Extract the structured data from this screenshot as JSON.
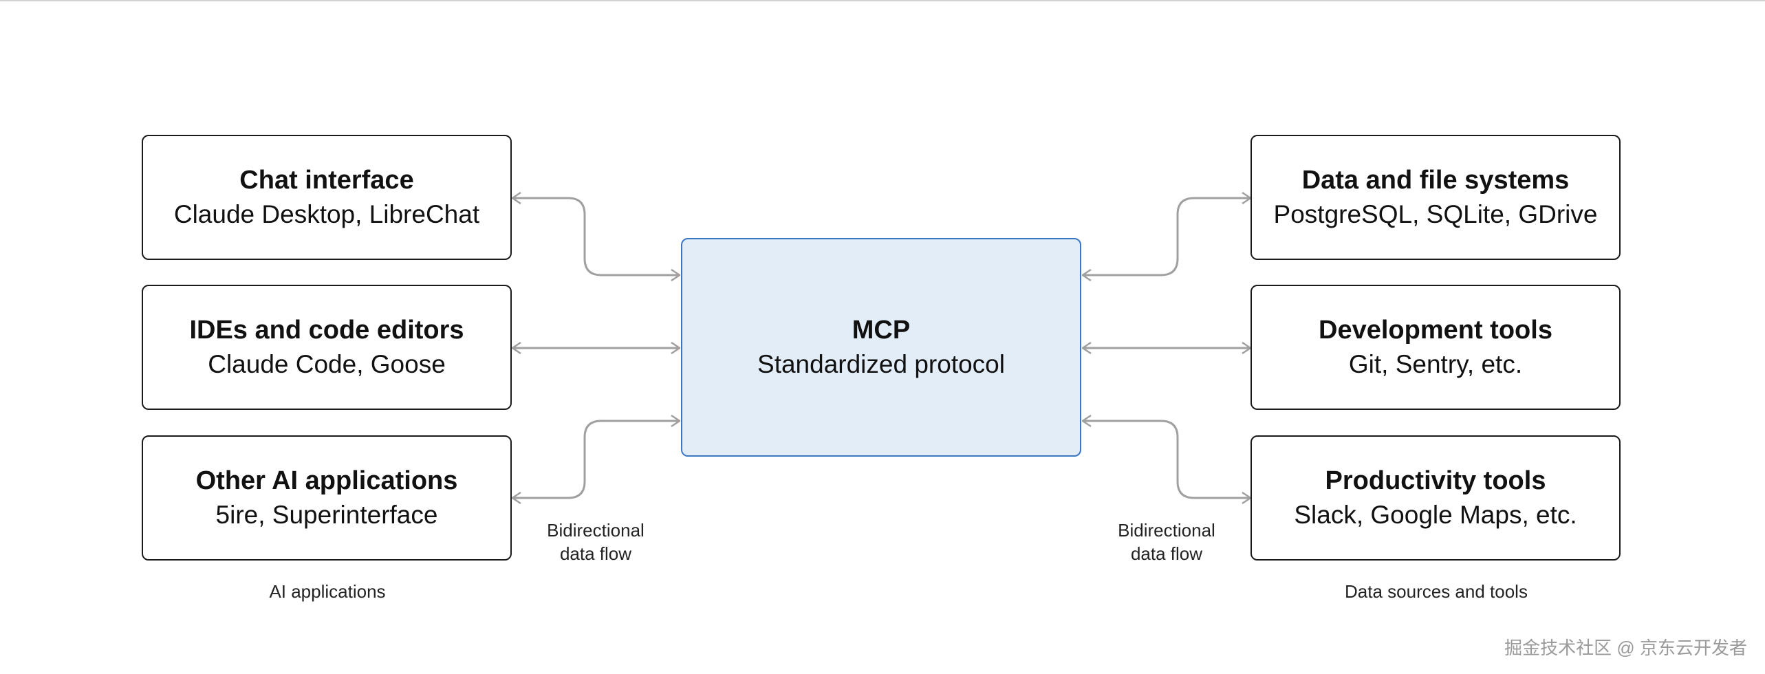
{
  "left_boxes": [
    {
      "title": "Chat interface",
      "subtitle": "Claude Desktop, LibreChat"
    },
    {
      "title": "IDEs and code editors",
      "subtitle": "Claude Code, Goose"
    },
    {
      "title": "Other AI applications",
      "subtitle": "5ire, Superinterface"
    }
  ],
  "center": {
    "title": "MCP",
    "subtitle": "Standardized protocol"
  },
  "right_boxes": [
    {
      "title": "Data and file systems",
      "subtitle": "PostgreSQL, SQLite, GDrive"
    },
    {
      "title": "Development tools",
      "subtitle": "Git, Sentry, etc."
    },
    {
      "title": "Productivity tools",
      "subtitle": "Slack, Google Maps, etc."
    }
  ],
  "flow_labels": {
    "left": {
      "line1": "Bidirectional",
      "line2": "data flow"
    },
    "right": {
      "line1": "Bidirectional",
      "line2": "data flow"
    }
  },
  "group_labels": {
    "left": "AI applications",
    "right": "Data sources and tools"
  },
  "watermark": "掘金技术社区 @ 京东云开发者",
  "colors": {
    "mcp_fill": "#e3edf8",
    "mcp_border": "#3a78c2",
    "arrow": "#a0a0a0"
  }
}
